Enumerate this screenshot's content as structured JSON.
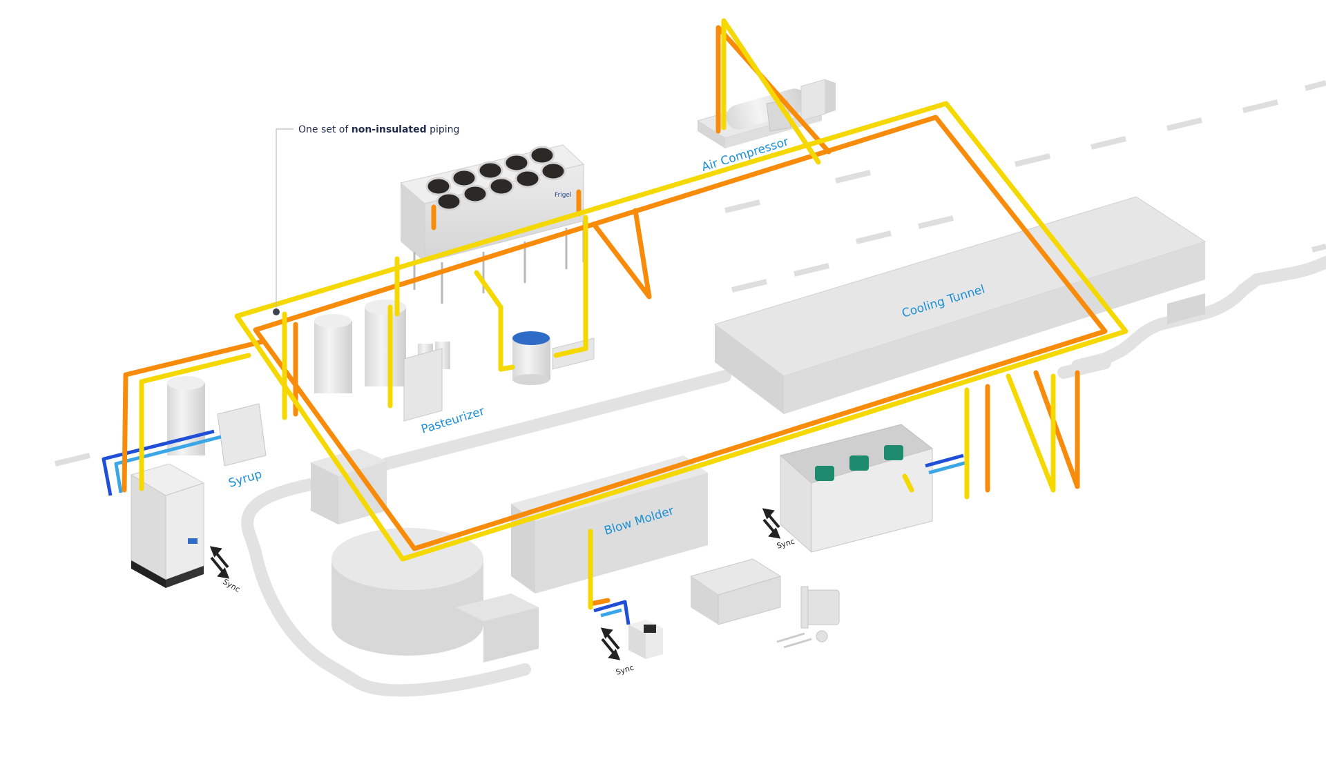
{
  "callout": {
    "prefix": "One set of ",
    "emphasis": "non-insulated",
    "suffix": " piping"
  },
  "labels": {
    "air_compressor": "Air Compressor",
    "cooling_tunnel": "Cooling Tunnel",
    "pasteurizer": "Pasteurizer",
    "syrup": "Syrup",
    "blow_molder": "Blow Molder"
  },
  "sync_labels": [
    "Sync",
    "Sync",
    "Sync"
  ],
  "brand": "Frigel",
  "colors": {
    "pipe_yellow": "#f5d800",
    "pipe_orange": "#f88c0a",
    "pipe_blue_dark": "#1f4fd6",
    "pipe_blue_light": "#3aa6e6",
    "label_blue": "#1a8fd6",
    "equipment_gray": "#dcdcdc",
    "callout_text": "#1f2a4a"
  }
}
